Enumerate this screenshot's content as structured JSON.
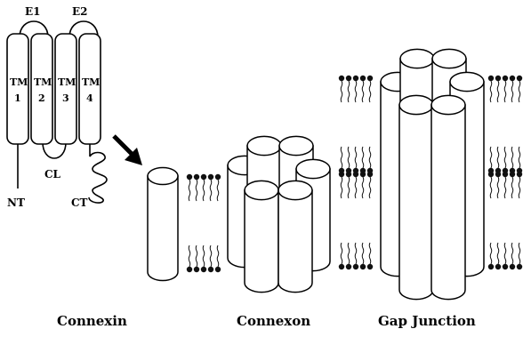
{
  "topology": {
    "loops_extracellular": [
      "E1",
      "E2"
    ],
    "helices": [
      {
        "top": "TM",
        "bottom": "1"
      },
      {
        "top": "TM",
        "bottom": "2"
      },
      {
        "top": "TM",
        "bottom": "3"
      },
      {
        "top": "TM",
        "bottom": "4"
      }
    ],
    "loop_cytoplasmic": "CL",
    "n_terminus": "NT",
    "c_terminus": "CT"
  },
  "labels": {
    "connexin": "Connexin",
    "connexon": "Connexon",
    "gap_junction": "Gap Junction"
  },
  "colors": {
    "ink": "#000000",
    "fill": "#ffffff",
    "lipid_head": "#111111"
  }
}
